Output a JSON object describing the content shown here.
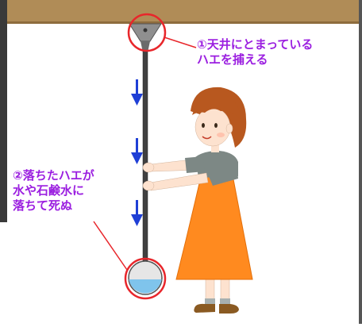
{
  "colors": {
    "ceiling": "#b08c57",
    "background": "#ffffff",
    "dark_border": "#3a3a3a",
    "annotation_text": "#9b1fe0",
    "highlight_ring": "#e8262b",
    "arrow": "#1f3fd6",
    "pole": "#404040",
    "funnel": "#8f8f8f",
    "water": "#7fc4ec",
    "skin": "#fde2cf",
    "hair": "#b8581f",
    "dress": "#ff8a1f",
    "sleeve": "#7d8885",
    "shoe": "#8a5a22"
  },
  "annotations": [
    {
      "id": "trap-top",
      "lines": [
        "①天井にとまっている",
        "ハエを捕える"
      ]
    },
    {
      "id": "trap-bottom",
      "lines": [
        "②落ちたハエが",
        "水や石鹸水に",
        "落ちて死ぬ"
      ]
    }
  ],
  "icons": {
    "down_arrow": "down-arrow-icon"
  }
}
